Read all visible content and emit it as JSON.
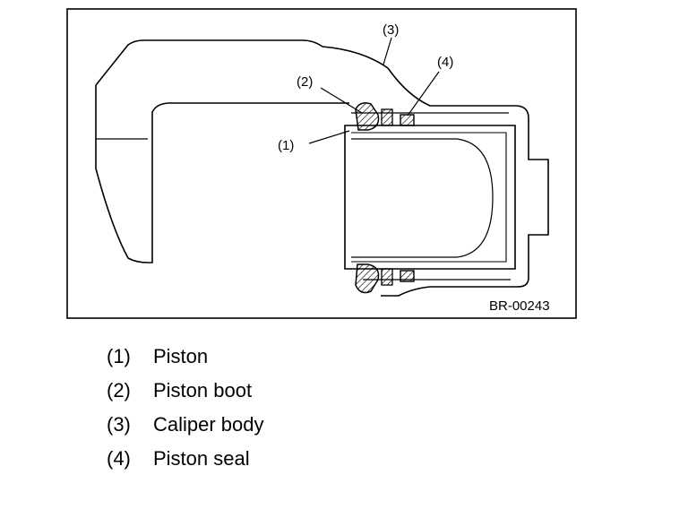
{
  "diagram": {
    "callouts": [
      {
        "id": "1",
        "text": "(1)"
      },
      {
        "id": "2",
        "text": "(2)"
      },
      {
        "id": "3",
        "text": "(3)"
      },
      {
        "id": "4",
        "text": "(4)"
      }
    ],
    "code": "BR-00243"
  },
  "legend": [
    {
      "num": "(1)",
      "label": "Piston"
    },
    {
      "num": "(2)",
      "label": "Piston boot"
    },
    {
      "num": "(3)",
      "label": "Caliper body"
    },
    {
      "num": "(4)",
      "label": "Piston seal"
    }
  ]
}
